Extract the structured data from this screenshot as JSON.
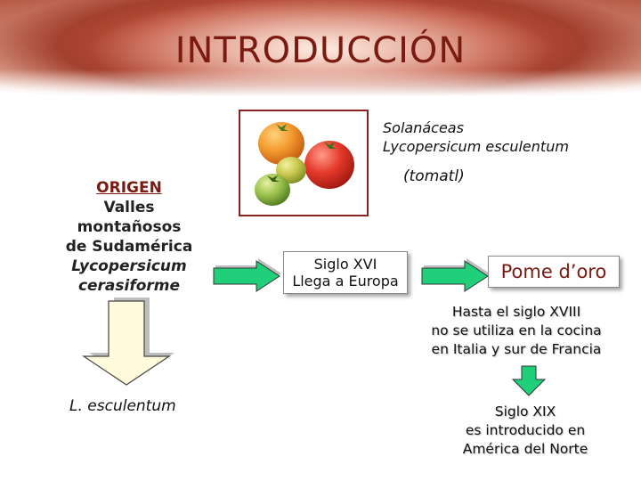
{
  "slide": {
    "title": "INTRODUCCIÓN"
  },
  "family": {
    "line1": "Solanáceas",
    "line2": "Lycopersicum esculentum",
    "common": "(tomatl)"
  },
  "origin": {
    "heading": "ORIGEN",
    "line1": "Valles",
    "line2": "montañosos",
    "line3": "de Sudamérica",
    "species1": "Lycopersicum",
    "species2": "cerasiforme"
  },
  "result": {
    "species": "L. esculentum"
  },
  "europe_box": {
    "line1": "Siglo XVI",
    "line2": "Llega a Europa"
  },
  "pome_box": {
    "label": "Pome d’oro"
  },
  "cuisine_note": {
    "line1": "Hasta el siglo XVIII",
    "line2": "no se utiliza en la cocina",
    "line3": "en Italia y sur de Francia"
  },
  "america_note": {
    "line1": "Siglo XIX",
    "line2": "es introducido en",
    "line3": "América del Norte"
  },
  "colors": {
    "title": "#7a1a10",
    "arrow_green": "#1fcf7a",
    "tomato_red": "#e53a2a",
    "tomato_orange": "#f08a2a",
    "tomato_green": "#8fb84a"
  },
  "icons": {
    "photo": "tomatoes-photo",
    "arrow_right": "right-arrow-icon",
    "arrow_down": "down-arrow-icon"
  }
}
